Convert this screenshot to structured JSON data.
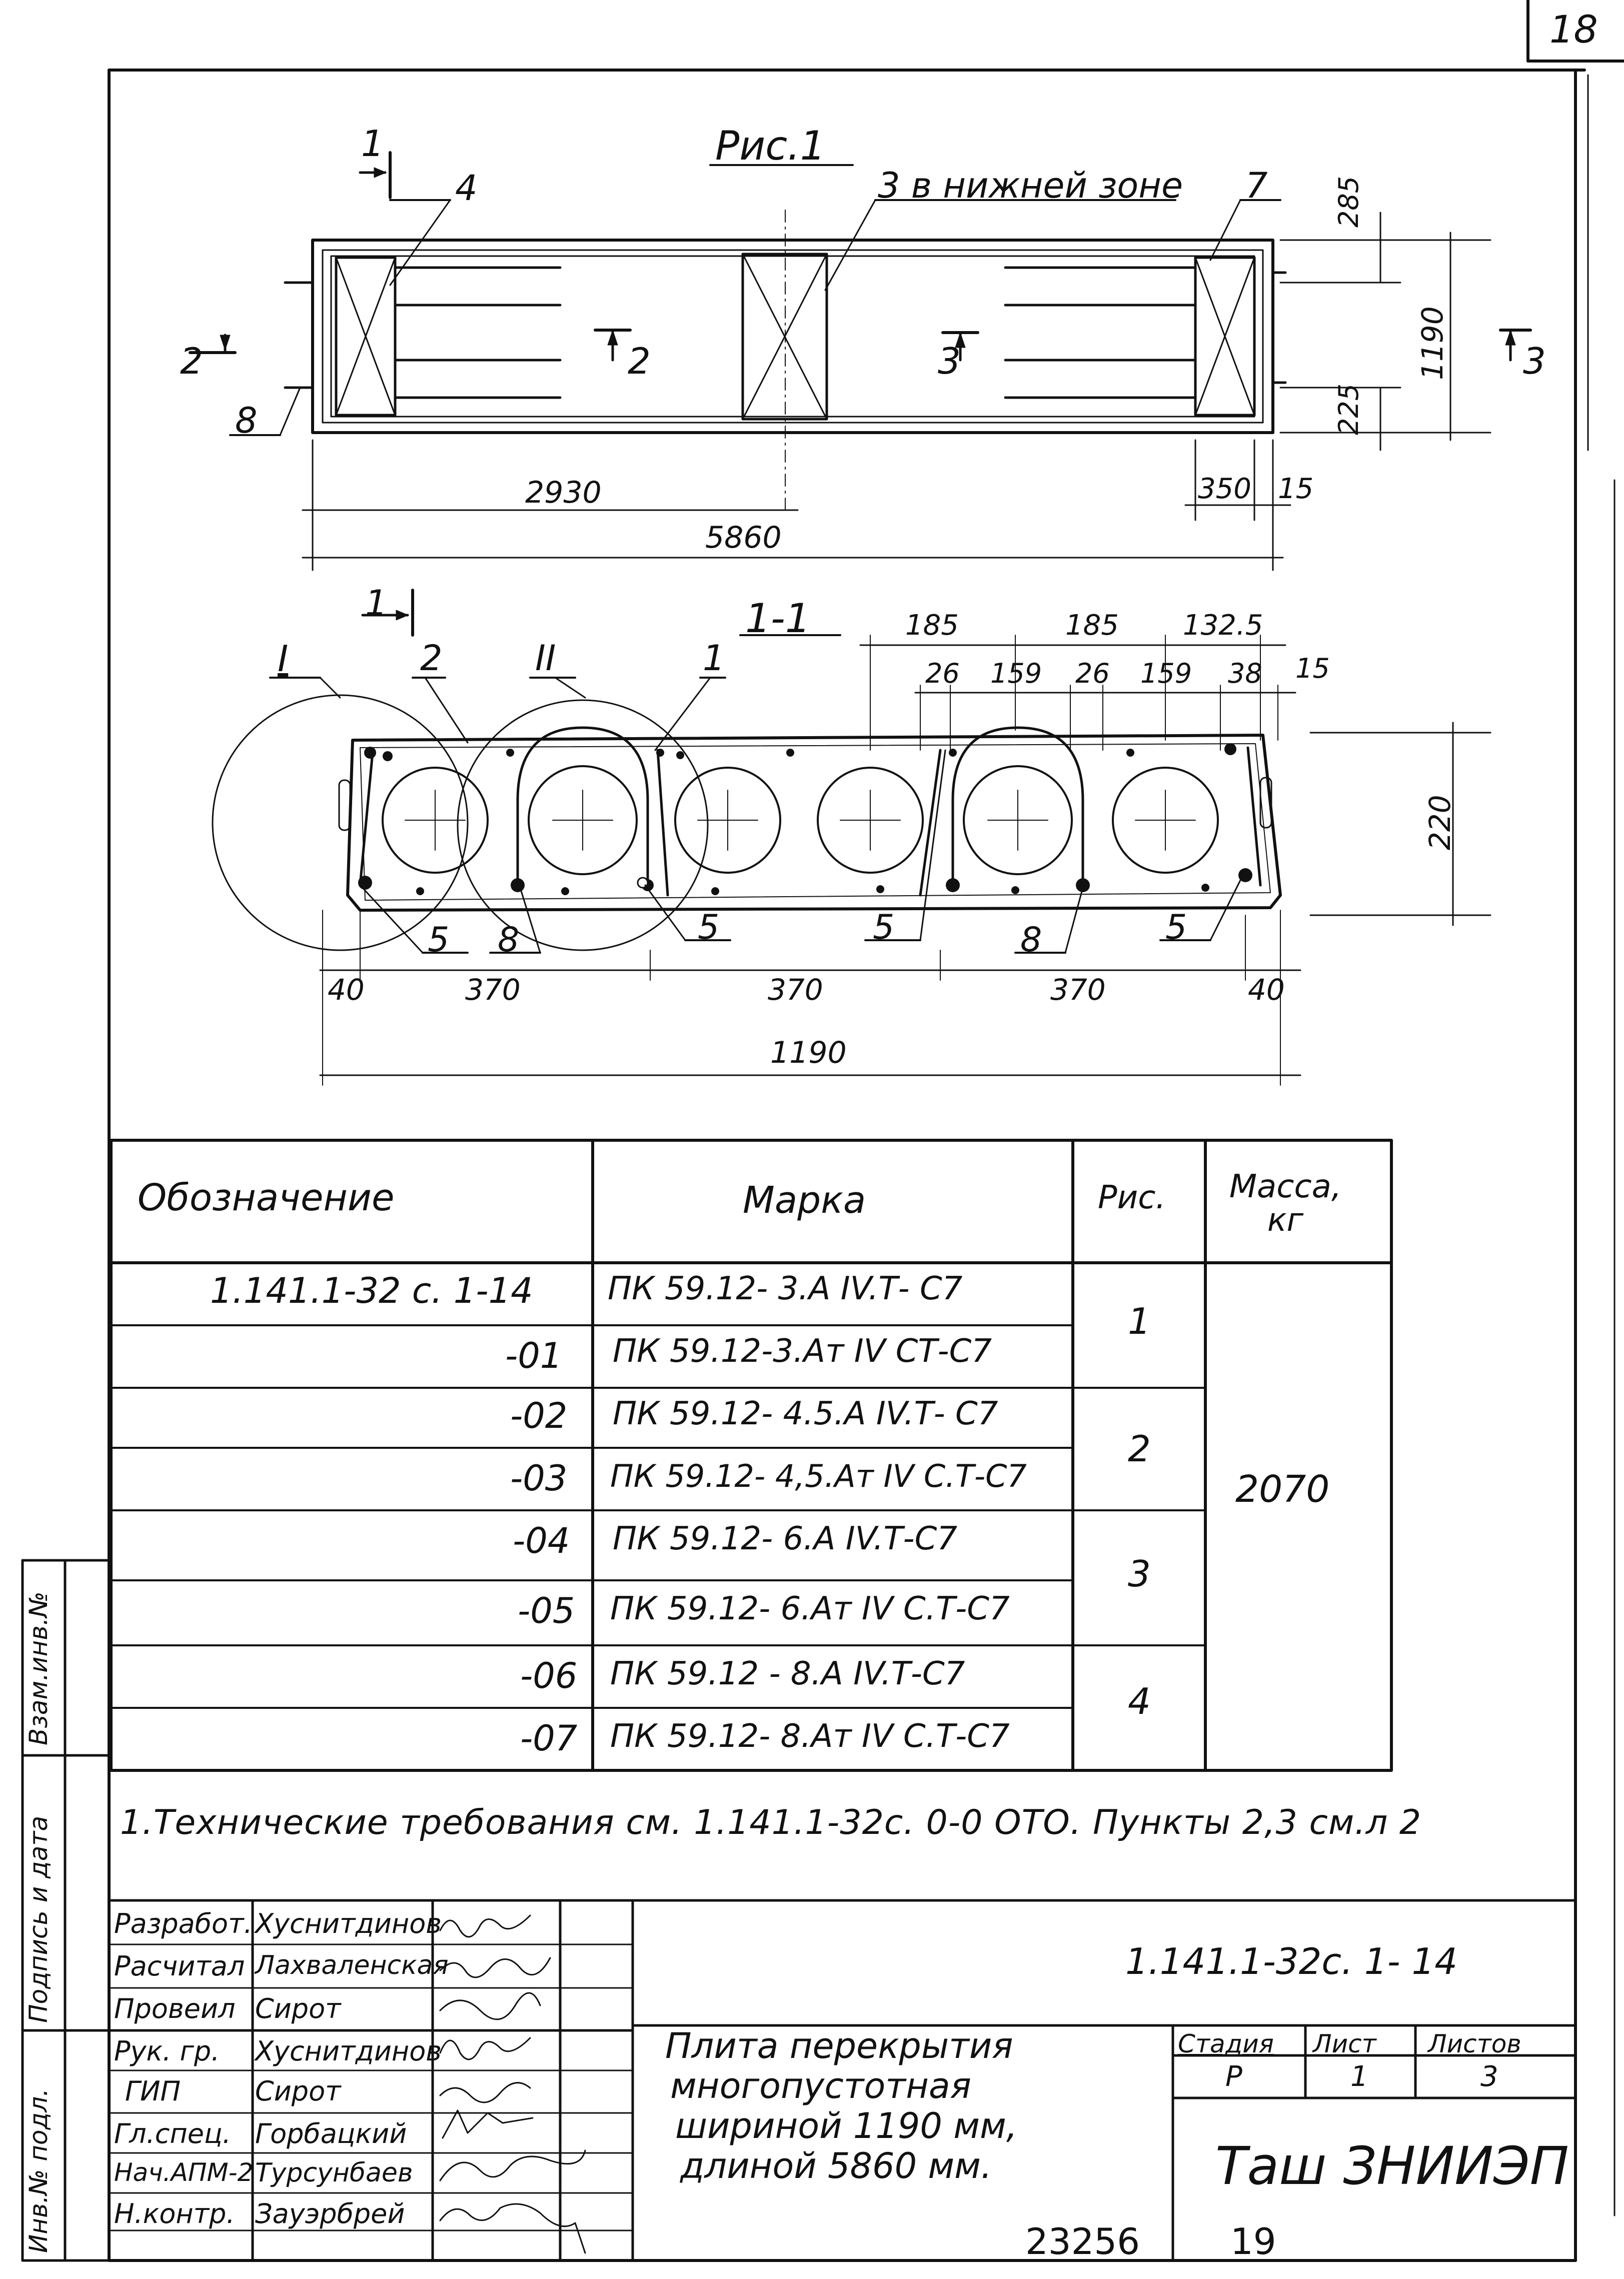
{
  "sheet_number": "18",
  "figure_title": "Рис.1",
  "callouts": {
    "c1_top": "1",
    "c4": "4",
    "c3": "3 в нижней зоне",
    "c7": "7",
    "c8": "8",
    "c2_left": "2",
    "c2_mid": "2",
    "c3_mid": "3",
    "c3_right": "3"
  },
  "plan_dims": {
    "d285": "285",
    "d1190": "1190",
    "d225": "225",
    "d2930": "2930",
    "d5860": "5860",
    "d350": "350",
    "d15": "15"
  },
  "section": {
    "title": "1-1",
    "cut_mark": "1",
    "label_I": "I",
    "label_2": "2",
    "label_II": "II",
    "label_1": "1",
    "label_5a": "5",
    "label_8a": "8",
    "label_5b": "5",
    "label_5c": "5",
    "label_8b": "8",
    "label_5d": "5",
    "top_dims": [
      "185",
      "185",
      "132.5",
      "26",
      "159",
      "26",
      "159",
      "38",
      "15"
    ],
    "height": "220",
    "bottom_dims": [
      "40",
      "370",
      "370",
      "370",
      "40"
    ],
    "width": "1190"
  },
  "table": {
    "headers": [
      "Обозначение",
      "Марка",
      "Рис.",
      "Масса, кг"
    ],
    "rows": [
      {
        "designation": "1.141.1-32 с. 1-14",
        "mark": "ПК 59.12- 3.А IV.Т- С7"
      },
      {
        "designation": "-01",
        "mark": "ПК 59.12-3.Ат IV СТ-С7"
      },
      {
        "designation": "-02",
        "mark": "ПК 59.12- 4.5.А IV.Т- С7"
      },
      {
        "designation": "-03",
        "mark": "ПК 59.12- 4,5.Ат IV С.Т-С7"
      },
      {
        "designation": "-04",
        "mark": "ПК 59.12- 6.А IV.Т-С7"
      },
      {
        "designation": "-05",
        "mark": "ПК 59.12- 6.Ат IV С.Т-С7"
      },
      {
        "designation": "-06",
        "mark": "ПК 59.12 - 8.А IV.Т-С7"
      },
      {
        "designation": "-07",
        "mark": "ПК 59.12- 8.Ат IV С.Т-С7"
      }
    ],
    "figs": [
      "1",
      "2",
      "3",
      "4"
    ],
    "mass": "2070"
  },
  "note": "1.Технические требования см. 1.141.1-32с. 0-0 ОТО. Пункты 2,3 см.л 2",
  "side_labels": [
    "Взам.инв.№",
    "Подпись и дата",
    "Инв.№ подл."
  ],
  "title_block": {
    "people": [
      {
        "role": "Разработ.",
        "name": "Хуснитдинов"
      },
      {
        "role": "Расчитал",
        "name": "Лахваленская"
      },
      {
        "role": "Провеил",
        "name": "Сирот"
      },
      {
        "role": "Рук. гр.",
        "name": "Хуснитдинов"
      },
      {
        "role": "ГИП",
        "name": "Сирот"
      },
      {
        "role": "Гл.спец.",
        "name": "Горбацкий"
      },
      {
        "role": "Нач.АПМ-2",
        "name": "Турсунбаев"
      },
      {
        "role": "Н.контр.",
        "name": "Зауэрбрей"
      }
    ],
    "code": "1.141.1-32с. 1- 14",
    "description": [
      "Плита перекрытия",
      "многопустотная",
      "шириной 1190 мм,",
      "длиной 5860 мм."
    ],
    "stage_label": "Стадия",
    "stage": "Р",
    "sheet_label": "Лист",
    "sheet": "1",
    "sheets_label": "Листов",
    "sheets": "3",
    "organization": "Таш ЗНИИЭП"
  },
  "footer": {
    "code": "23256",
    "page": "19"
  }
}
